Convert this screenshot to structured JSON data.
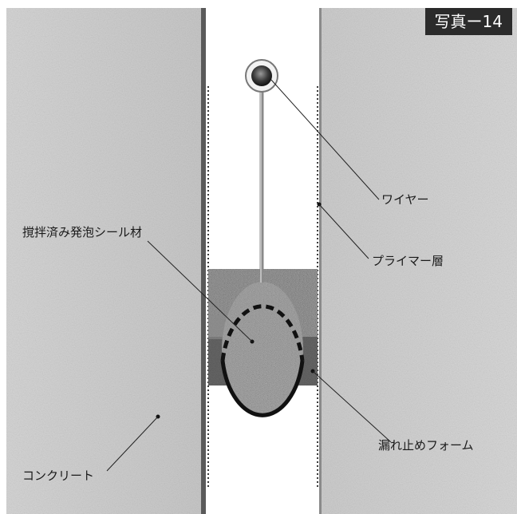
{
  "badge": "写真ー14",
  "labels": {
    "wire": "ワイヤー",
    "primer": "プライマー層",
    "sealant": "撹拌済み発泡シール材",
    "foam": "漏れ止めフォーム",
    "concrete": "コンクリート"
  },
  "colors": {
    "concrete": "#cfcfcf",
    "sealant_block": "#4e4e4e",
    "foam_oval": "#6a6a6a",
    "dashed_edge": "#1a1a1a",
    "badge_bg": "#2b2b2b"
  }
}
